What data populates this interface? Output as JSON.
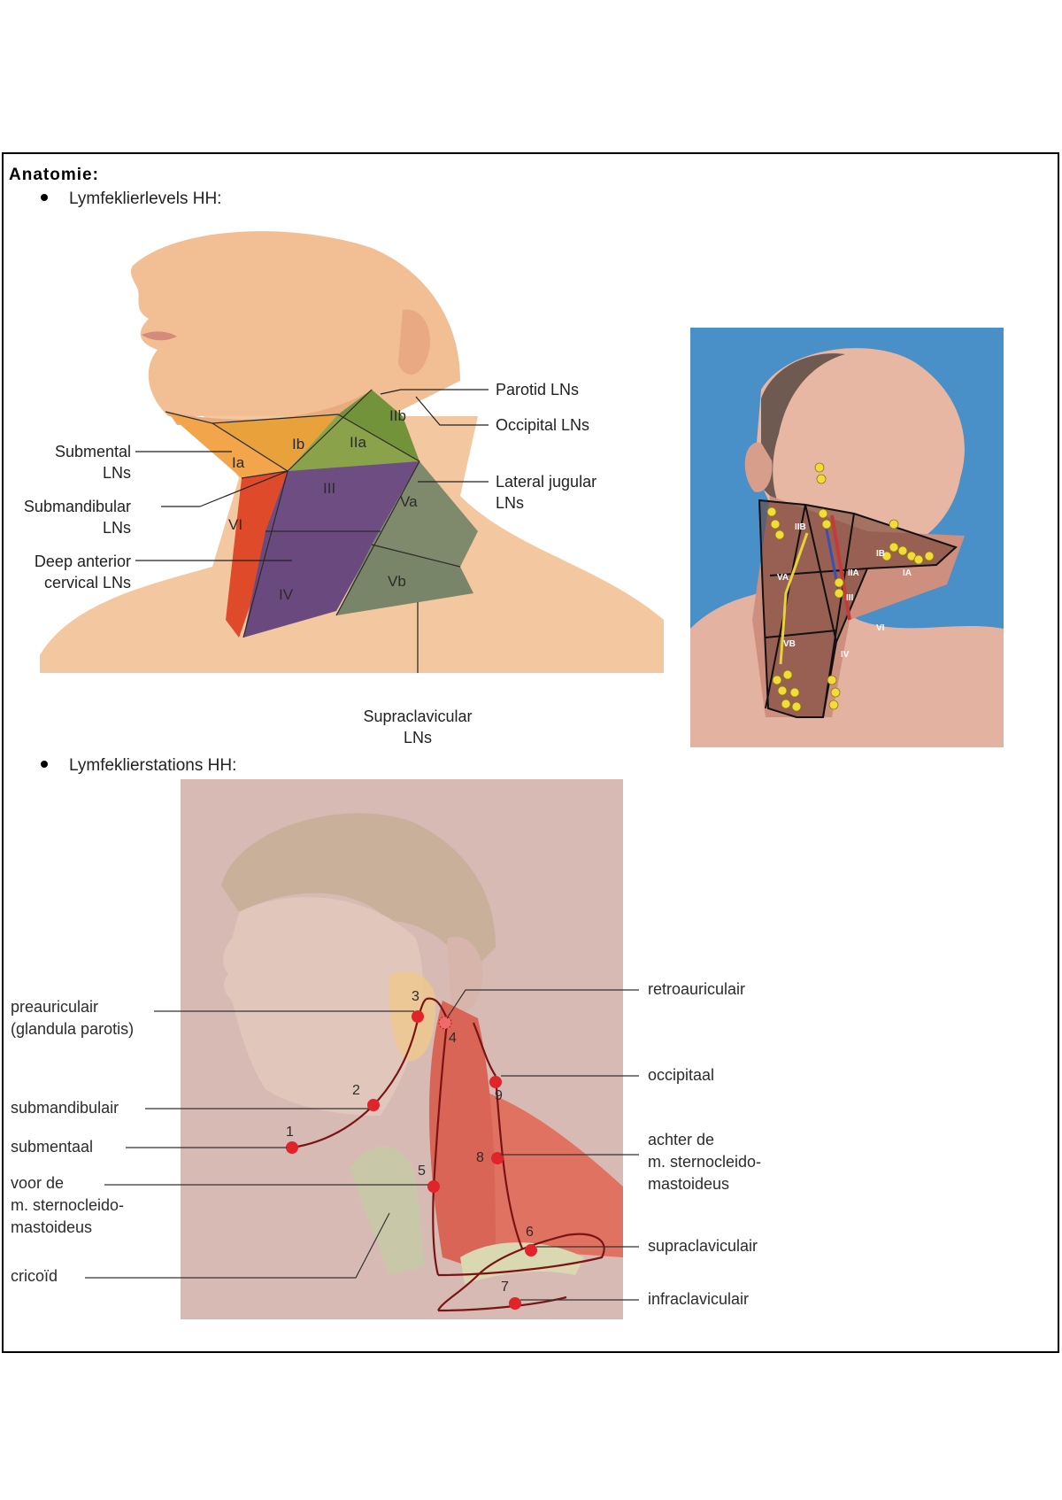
{
  "section": {
    "heading": "Anatomie:",
    "bullet1": "Lymfeklierlevels HH:",
    "bullet2": "Lymfeklierstations HH:"
  },
  "levels_figure": {
    "left_labels": {
      "submental_1": "Submental",
      "submental_2": "LNs",
      "submandibular_1": "Submandibular",
      "submandibular_2": "LNs",
      "deep_anterior_1": "Deep anterior",
      "deep_anterior_2": "cervical LNs"
    },
    "right_labels": {
      "parotid": "Parotid LNs",
      "occipital": "Occipital LNs",
      "lateral_jugular_1": "Lateral jugular",
      "lateral_jugular_2": "LNs"
    },
    "bottom_label_1": "Supraclavicular",
    "bottom_label_2": "LNs",
    "regions": {
      "ia": "Ia",
      "ib": "Ib",
      "iia": "IIa",
      "iib": "IIb",
      "iii": "III",
      "iv": "IV",
      "va": "Va",
      "vb": "Vb",
      "vi": "VI"
    },
    "colors": {
      "level_i": "#e8a23a",
      "level_ii": "#7a9a3a",
      "level_iii_iv": "#6f4a80",
      "level_v": "#7c8a70",
      "level_vi": "#d9482a",
      "skin": "#f2c49a"
    }
  },
  "photo_figure": {
    "regions": {
      "iib": "IIB",
      "va": "VA",
      "iia": "IIA",
      "iii": "III",
      "vb": "VB",
      "iv": "IV",
      "vi": "VI",
      "ib": "IB",
      "ia": "IA"
    },
    "colors": {
      "background": "#4a8fc6",
      "node": "#f2dc3a"
    }
  },
  "stations_figure": {
    "left_labels": {
      "preauriculair_1": "preauriculair",
      "preauriculair_2": "(glandula parotis)",
      "submandibulair": "submandibulair",
      "submentaal": "submentaal",
      "voor_1": "voor de",
      "voor_2": "m. sternocleido-",
      "voor_3": "mastoideus",
      "cricoid": "cricoïd"
    },
    "right_labels": {
      "retroauriculair": "retroauriculair",
      "occipitaal": "occipitaal",
      "achter_1": "achter de",
      "achter_2": "m. sternocleido-",
      "achter_3": "mastoideus",
      "supraclaviculair": "supraclaviculair",
      "infraclaviculair": "infraclaviculair"
    },
    "stations": [
      "1",
      "2",
      "3",
      "4",
      "5",
      "6",
      "7",
      "8",
      "9"
    ],
    "colors": {
      "node": "#e0242a",
      "path": "#7a1414",
      "background": "#d9b9b4"
    }
  }
}
